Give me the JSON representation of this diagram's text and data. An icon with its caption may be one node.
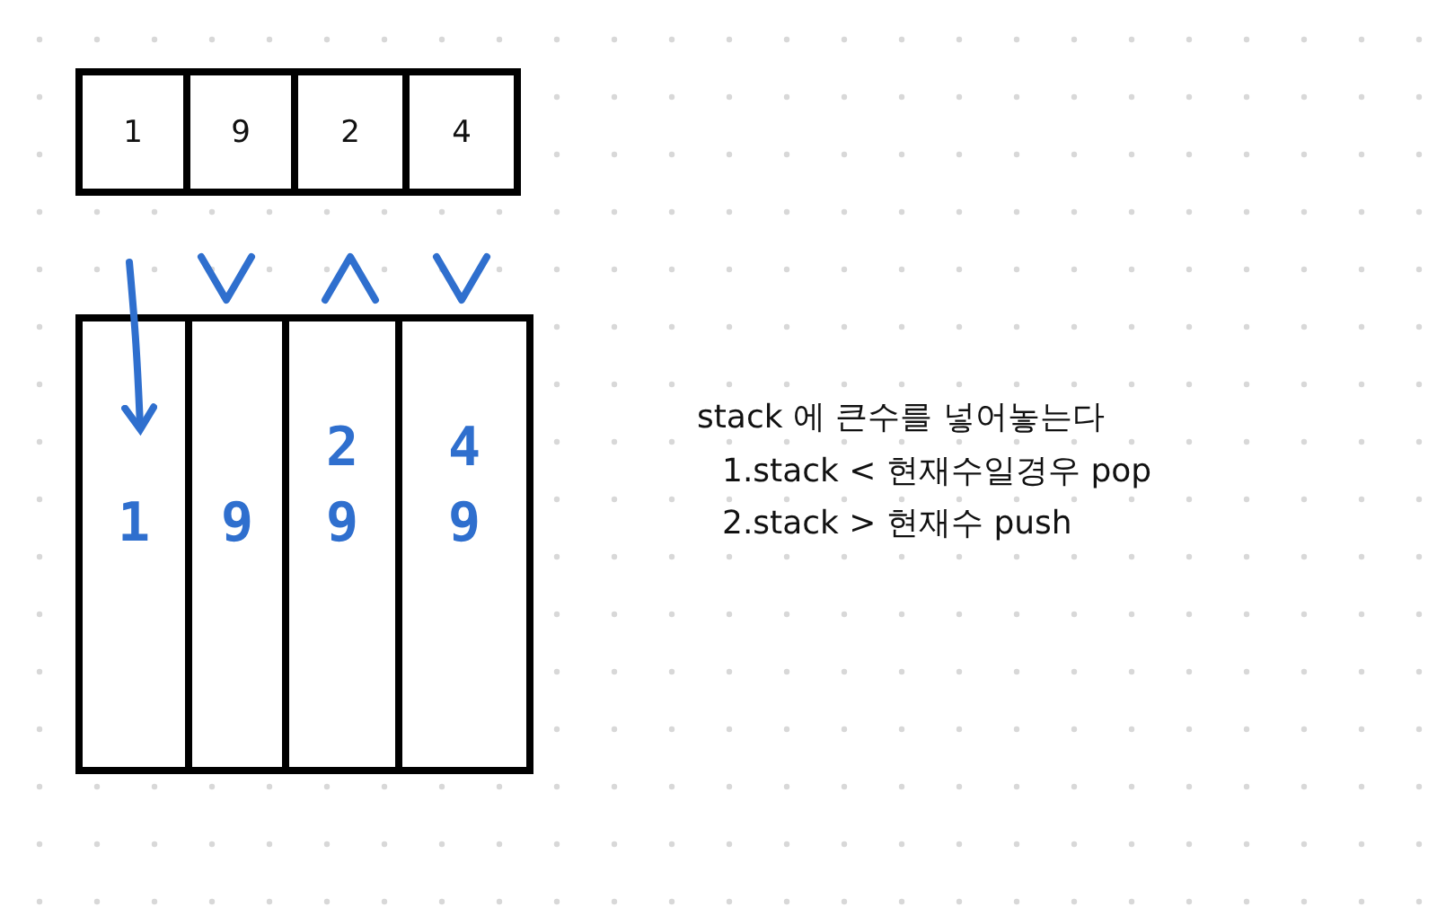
{
  "diagram": {
    "nodes": [
      {
        "text": [
          "1"
        ]
      },
      {
        "text": [
          "9"
        ]
      },
      {
        "text": [
          "2"
        ]
      },
      {
        "text": [
          "4"
        ]
      },
      {
        "text": [
          "1"
        ]
      },
      {
        "text": [
          "9"
        ]
      },
      {
        "text": [
          "2",
          "9"
        ]
      },
      {
        "text": [
          "4",
          "9"
        ]
      }
    ],
    "edges": [
      {
        "from": null,
        "to": 4,
        "arrow": "to",
        "color": "#2f6fce"
      }
    ],
    "labels": [
      "stack 에 큰수를 넣어놓는다",
      "1.stack < 현재수일경우 pop",
      "2.stack > 현재수 push"
    ]
  }
}
